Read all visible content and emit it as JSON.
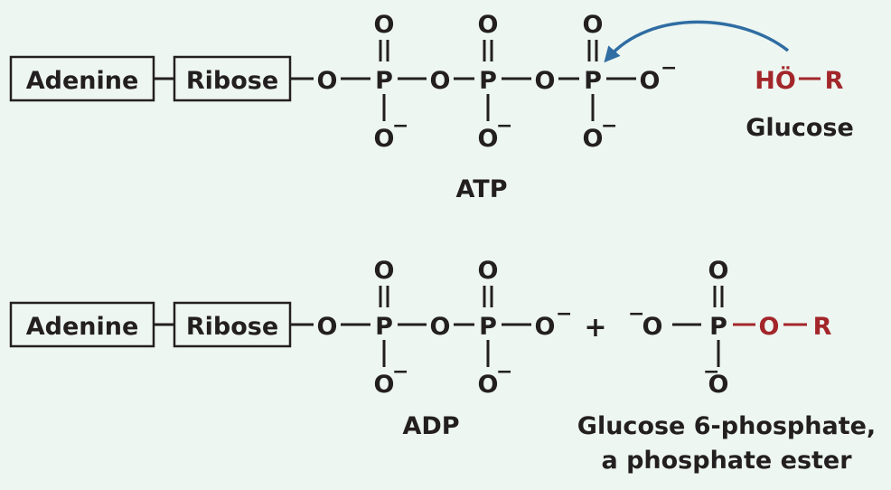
{
  "colors": {
    "background": "#eef6f1",
    "ink": "#231f20",
    "glucose_red": "#a3262a",
    "arrow_blue": "#2f6da3"
  },
  "atoms": {
    "o": "O",
    "p": "P",
    "r": "R",
    "ho": "HÖ",
    "neg": "−"
  },
  "boxes": {
    "adenine": "Adenine",
    "ribose": "Ribose"
  },
  "labels": {
    "atp": "ATP",
    "glucose": "Glucose",
    "adp": "ADP",
    "plus": "+",
    "g6p_line1": "Glucose 6-phosphate,",
    "g6p_line2": "a phosphate ester"
  }
}
